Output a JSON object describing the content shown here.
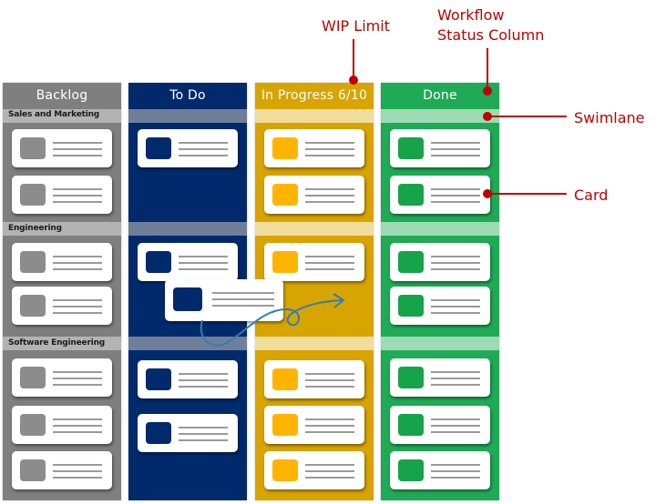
{
  "columns": [
    {
      "key": "backlog",
      "title": "Backlog",
      "color": "#7f7f7f",
      "band": "#b3b3b3",
      "square": "#8c8c8c"
    },
    {
      "key": "todo",
      "title": "To Do",
      "color": "#002a6b",
      "band": "#6f7f99",
      "square": "#002a6b"
    },
    {
      "key": "progress",
      "title": "In Progress 6/10",
      "color": "#d8a400",
      "band": "#f0dc9c",
      "square": "#ffb400"
    },
    {
      "key": "done",
      "title": "Done",
      "color": "#1faa55",
      "band": "#9cdbb3",
      "square": "#16a34a"
    }
  ],
  "swimlanes": [
    "Sales and Marketing",
    "Engineering",
    "Software Engineering"
  ],
  "annotations": {
    "wip_limit": "WIP Limit",
    "workflow_line1": "Workflow",
    "workflow_line2": "Status Column",
    "swimlane": "Swimlane",
    "card": "Card"
  },
  "colors": {
    "annotation": "#c00000",
    "arrow": "#2f7fb0"
  }
}
